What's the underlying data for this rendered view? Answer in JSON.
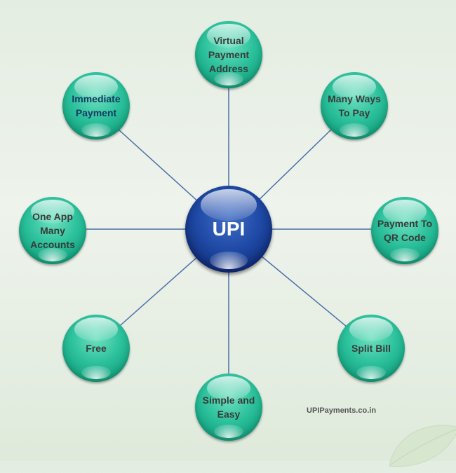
{
  "center": {
    "label": "UPI"
  },
  "features": [
    {
      "id": "virtual-payment-address",
      "label": "Virtual\nPayment\nAddress"
    },
    {
      "id": "many-ways-to-pay",
      "label": "Many Ways\nTo Pay"
    },
    {
      "id": "payment-to-qr-code",
      "label": "Payment To\nQR Code"
    },
    {
      "id": "split-bill",
      "label": "Split Bill"
    },
    {
      "id": "simple-and-easy",
      "label": "Simple and\nEasy"
    },
    {
      "id": "free",
      "label": "Free"
    },
    {
      "id": "one-app-many-accounts",
      "label": "One App\nMany\nAccounts"
    },
    {
      "id": "immediate-payment",
      "label": "Immediate\nPayment"
    }
  ],
  "watermark": "UPIPayments.co.in",
  "colors": {
    "outer_node": "#1fb592",
    "center_node": "#1a3f96",
    "connector": "#4a6fa5",
    "immediate_label": "#163a63"
  }
}
